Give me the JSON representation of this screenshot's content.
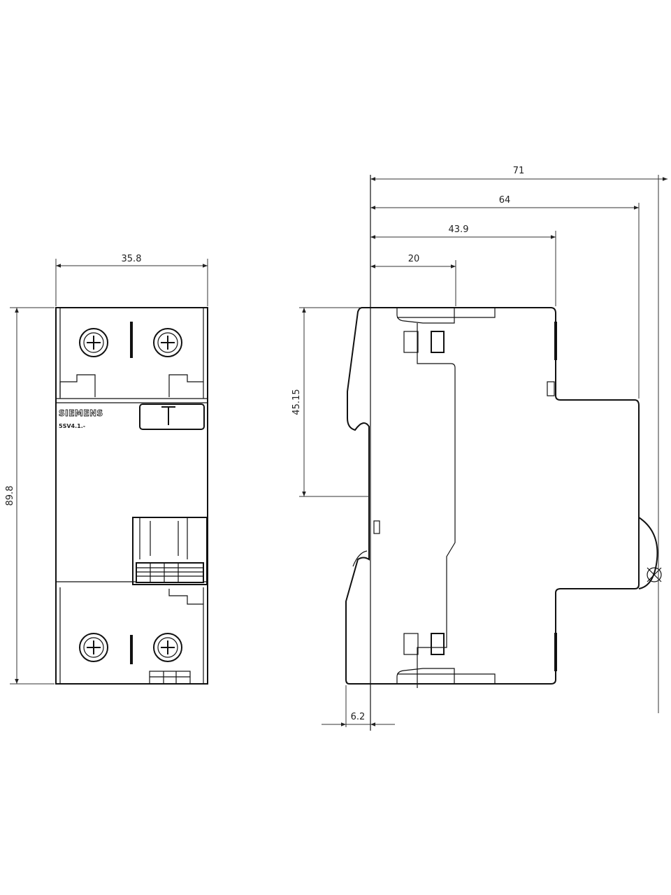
{
  "front_view": {
    "brand": "SIEMENS",
    "type_label": "5SV4.1.-",
    "width_dim": "35.8",
    "height_dim": "89.8"
  },
  "side_view": {
    "dims": {
      "overall_depth": "71",
      "depth_64": "64",
      "depth_43_9": "43.9",
      "depth_20": "20",
      "half_height": "45.15",
      "rail_offset": "6.2"
    }
  },
  "colors": {
    "line": "#111111",
    "background": "#ffffff"
  }
}
